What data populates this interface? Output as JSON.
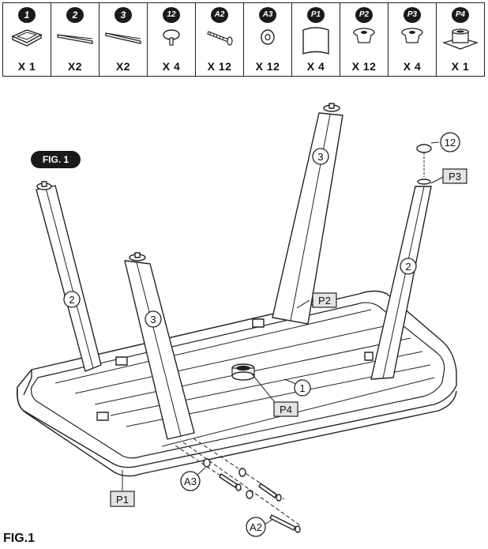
{
  "parts": [
    {
      "id": "1",
      "qty": "X 1",
      "icon": "table-top-icon"
    },
    {
      "id": "2",
      "qty": "X2",
      "icon": "long-rail-icon"
    },
    {
      "id": "3",
      "qty": "X2",
      "icon": "long-rail-icon"
    },
    {
      "id": "12",
      "qty": "X 4",
      "icon": "leveler-foot-icon"
    },
    {
      "id": "A2",
      "qty": "X 12",
      "icon": "bolt-icon"
    },
    {
      "id": "A3",
      "qty": "X 12",
      "icon": "washer-icon"
    },
    {
      "id": "P1",
      "qty": "X 4",
      "icon": "corner-bracket-icon"
    },
    {
      "id": "P2",
      "qty": "X 12",
      "icon": "leg-cap-icon"
    },
    {
      "id": "P3",
      "qty": "X 4",
      "icon": "leg-cap-icon"
    },
    {
      "id": "P4",
      "qty": "X 1",
      "icon": "ball-return-icon"
    }
  ],
  "figure": {
    "badge": "FIG. 1",
    "caption": "FIG.1",
    "callouts": {
      "c1": "1",
      "c2a": "2",
      "c2b": "2",
      "c3a": "3",
      "c3b": "3",
      "c12": "12",
      "cA3": "A3",
      "cA2": "A2"
    },
    "boxes": {
      "P1": "P1",
      "P2": "P2",
      "P3": "P3",
      "P4": "P4"
    }
  }
}
